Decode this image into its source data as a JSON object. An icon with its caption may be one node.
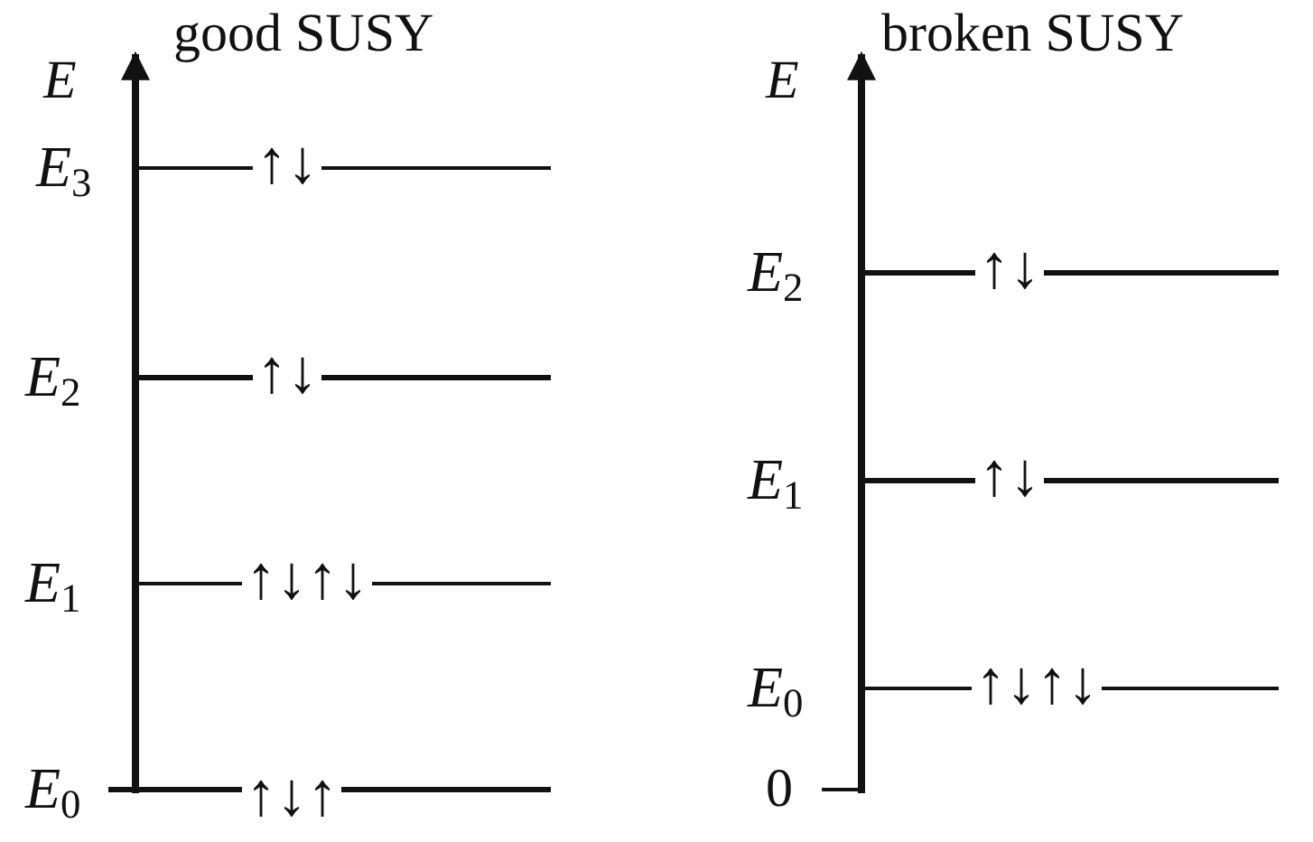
{
  "diagram": {
    "labels": [
      "E",
      "good SUSY",
      "*E*$_{3}$",
      "↑↓",
      "*E*$_{2}$",
      "↑↓",
      "*E*$_{1}$",
      "↑↓↑↓",
      "*E*$_{0}$",
      "↑↓↑",
      "E",
      "broken SUSY",
      "*E*$_{2}$",
      "↑↓",
      "*E*$_{1}$",
      "↑↓",
      "*E*$_{0}$",
      "↑↓↑↓",
      "0"
    ]
  }
}
